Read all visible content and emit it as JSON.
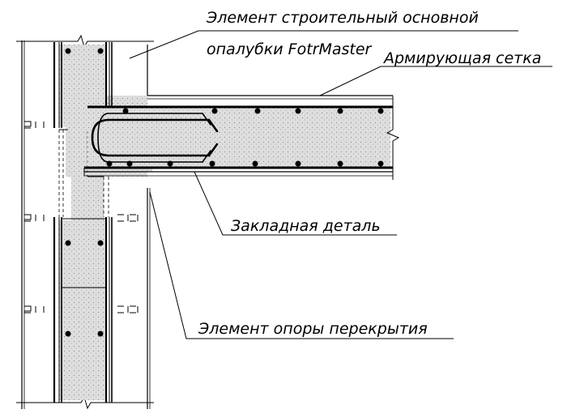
{
  "labels": {
    "formwork_line1": "Элемент строительный основной",
    "formwork_line2": "опалубки FotrMaster",
    "mesh": "Армирующая сетка",
    "embedded": "Закладная деталь",
    "support": "Элемент опоры перекрытия"
  },
  "colors": {
    "background": "#ffffff",
    "lines": "#000000",
    "concrete_fill": "#d8d8d8",
    "concrete_dots": "#8a8a8a"
  }
}
